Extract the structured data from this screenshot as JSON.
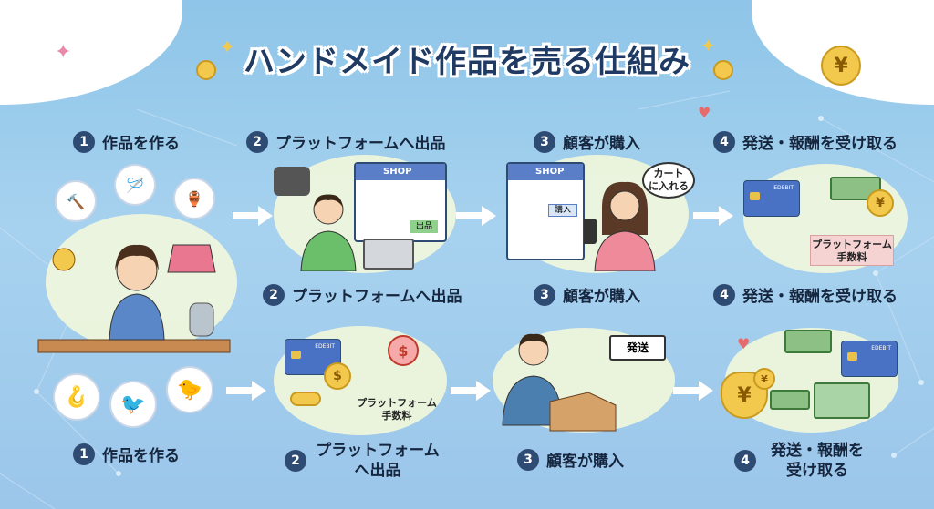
{
  "title": "ハンドメイド作品を売る仕組み",
  "top_steps": [
    {
      "num": "1",
      "label": "作品を作る"
    },
    {
      "num": "2",
      "label": "プラットフォームへ出品"
    },
    {
      "num": "3",
      "label": "顧客が購入"
    },
    {
      "num": "4",
      "label": "発送・報酬を受け取る"
    }
  ],
  "mid_steps": [
    {
      "num": "2",
      "label": "プラットフォームへ出品"
    },
    {
      "num": "3",
      "label": "顧客が購入"
    },
    {
      "num": "4",
      "label": "発送・報酬を受け取る"
    }
  ],
  "bottom_steps": [
    {
      "num": "1",
      "label": "作品を作る"
    },
    {
      "num": "2",
      "label": "プラットフォームへ出品"
    },
    {
      "num": "3",
      "label": "顧客が購入"
    },
    {
      "num": "4",
      "label": "発送・報酬を受け取る"
    }
  ],
  "browser": {
    "shop_label": "SHOP",
    "listing_button": "出品",
    "buy_button": "購入"
  },
  "bubble": {
    "cart": "カート\nに入れる"
  },
  "fee": {
    "top": "プラットフォーム\n手数料",
    "bottom": "プラットフォーム\n手数料"
  },
  "card_text": "EDEBIT",
  "delivery_truck": "発送",
  "currency": "¥",
  "dollar": "$",
  "colors": {
    "accent_blue": "#2e4b73",
    "background": "#9bc6ea",
    "blob": "#eef6dc",
    "title": "#1f3a63"
  }
}
